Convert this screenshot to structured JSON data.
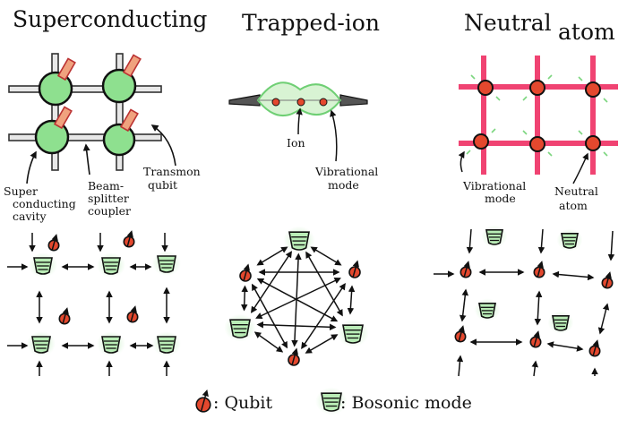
{
  "titles": {
    "superconducting": "Superconducting",
    "trapped_ion": "Trapped-ion",
    "neutral": "Neutral",
    "atom": "atom"
  },
  "labels": {
    "sc_cavity": [
      "Super",
      "conducting",
      "cavity"
    ],
    "beam_splitter": [
      "Beam-",
      "splitter",
      "coupler"
    ],
    "transmon": [
      "Transmon",
      "qubit"
    ],
    "ion": "Ion",
    "ion_vibrational": [
      "Vibrational",
      "mode"
    ],
    "na_vibrational": [
      "Vibrational",
      "mode"
    ],
    "neutral_atom": [
      "Neutral",
      "atom"
    ]
  },
  "legend": {
    "qubit": ": Qubit",
    "bosonic": ": Bosonic mode"
  },
  "colors": {
    "qubit_red": "#e4482e",
    "cavity_green": "#8ee08f",
    "bosonic_green": "#b9ecb6",
    "trap_pink": "#ef2f63",
    "ink": "#111111"
  }
}
